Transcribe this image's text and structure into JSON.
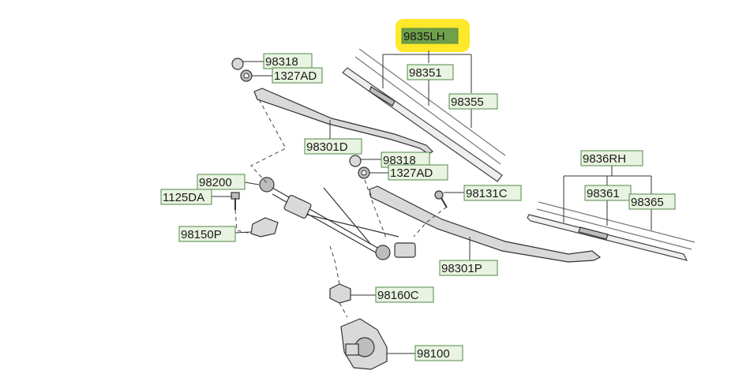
{
  "highlight_color": "#fde82a",
  "box_color": "#e9f3e1",
  "box_border_color": "#4f8a46",
  "labels": {
    "lh_blade_assy": "9835LH",
    "lh_blade": "98351",
    "lh_refill": "98355",
    "cap_upper": "98318",
    "nut_upper": "1327AD",
    "arm_driver": "98301D",
    "cap_lower": "98318",
    "nut_lower": "1327AD",
    "linkage": "98200",
    "bolt": "1125DA",
    "bracket": "98150P",
    "bolt_right": "98131C",
    "arm_passenger": "98301P",
    "rh_blade_assy": "9836RH",
    "rh_blade": "98361",
    "rh_refill": "98365",
    "grommet": "98160C",
    "motor": "98100"
  }
}
